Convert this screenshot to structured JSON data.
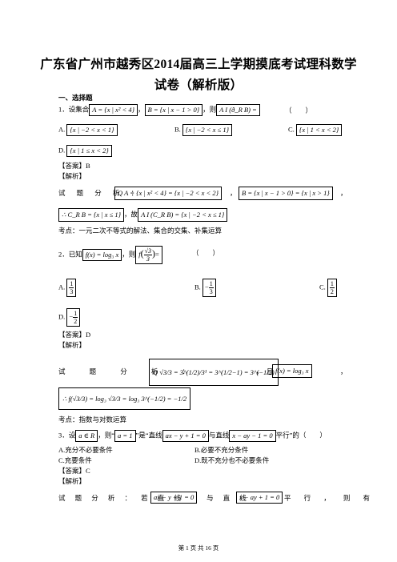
{
  "title_line1": "广东省广州市越秀区2014届高三上学期摸底考试理科数学",
  "title_line2": "试卷（解析版）",
  "section": "一、选择题",
  "q1": {
    "num": "1．设集合",
    "setA": "A = {x | x² < 4}",
    "setB": "B = {x | x − 1 > 0}",
    "then": "，则",
    "expr": "A I (ð_R B) =",
    "paren": "（　　）",
    "optA_label": "A.",
    "optA": "{x | −2 < x < 1}",
    "optB_label": "B.",
    "optB": "{x | −2 < x ≤ 1}",
    "optC_label": "C.",
    "optC": "{x | 1 < x < 2}",
    "optD_label": "D.",
    "optD": "{x | 1 ≤ x < 2}",
    "answer": "【答案】B",
    "analysis": "【解析】",
    "sol_prefix": "试 题 分 析 ：",
    "sol_a": "Q A = {x | x² < 4} = {x | −2 < x < 2}",
    "sol_b": "B = {x | x − 1 > 0} = {x | x > 1}",
    "sol_c": "∴ C_R B = {x | x ≤ 1}",
    "sol_d_prefix": "，故",
    "sol_d": "A I (C_R B) = {x | −2 < x ≤ 1}",
    "kp": "考点：一元二次不等式的解法、集合的交集、补集运算"
  },
  "q2": {
    "num": "2．已知",
    "fx": "f(x) = log₃ x",
    "then": "，则",
    "expr_f": "f",
    "expr_n": "√3",
    "expr_d": "3",
    "expr_eq": "=",
    "paren": "（　　）",
    "optA_label": "A.",
    "optA_n": "1",
    "optA_d": "3",
    "optB_label": "B.",
    "optB_pre": "−",
    "optB_n": "1",
    "optB_d": "3",
    "optC_label": "C.",
    "optC_n": "1",
    "optC_d": "2",
    "optD_label": "D.",
    "optD_pre": "−",
    "optD_n": "1",
    "optD_d": "2",
    "answer": "【答案】D",
    "analysis": "【解析】",
    "sol_prefix": "试 题 分 析 ：",
    "sol_a": "Q √3/3 = 3^(1/2)/3¹ = 3^(1/2−1) = 3^(−1/2)",
    "sol_mid": "，　且",
    "sol_b": "f(x) = log₃ x",
    "sol_c": "∴ f(√3/3) = log₃ √3/3 = log₃ 3^(−1/2) = −1/2",
    "kp": "考点：指数与对数运算"
  },
  "q3": {
    "num": "3．设",
    "a_in_R": "a ∈ R",
    "then": "，则“",
    "cond": "a = 1",
    "mid": "”是“直线",
    "line1": "ax − y + 1 = 0",
    "mid2": "与直线",
    "line2": "x − ay − 1 = 0",
    "tail": "平行”的（　　）",
    "optA": "A.充分不必要条件",
    "optB": "B.必要不充分条件",
    "optC": "C.充要条件",
    "optD": "D.既不充分也不必要条件",
    "answer": "【答案】C",
    "analysis": "【解析】",
    "sol_prefix": "试 题 分 析 ： 若 直 线",
    "sol_l1": "ax − y + 1 = 0",
    "sol_mid": "与 直 线",
    "sol_l2": "x − ay + 1 = 0",
    "sol_tail": "平 行 ， 则 有"
  },
  "footer": "第 1 页 共 16 页"
}
